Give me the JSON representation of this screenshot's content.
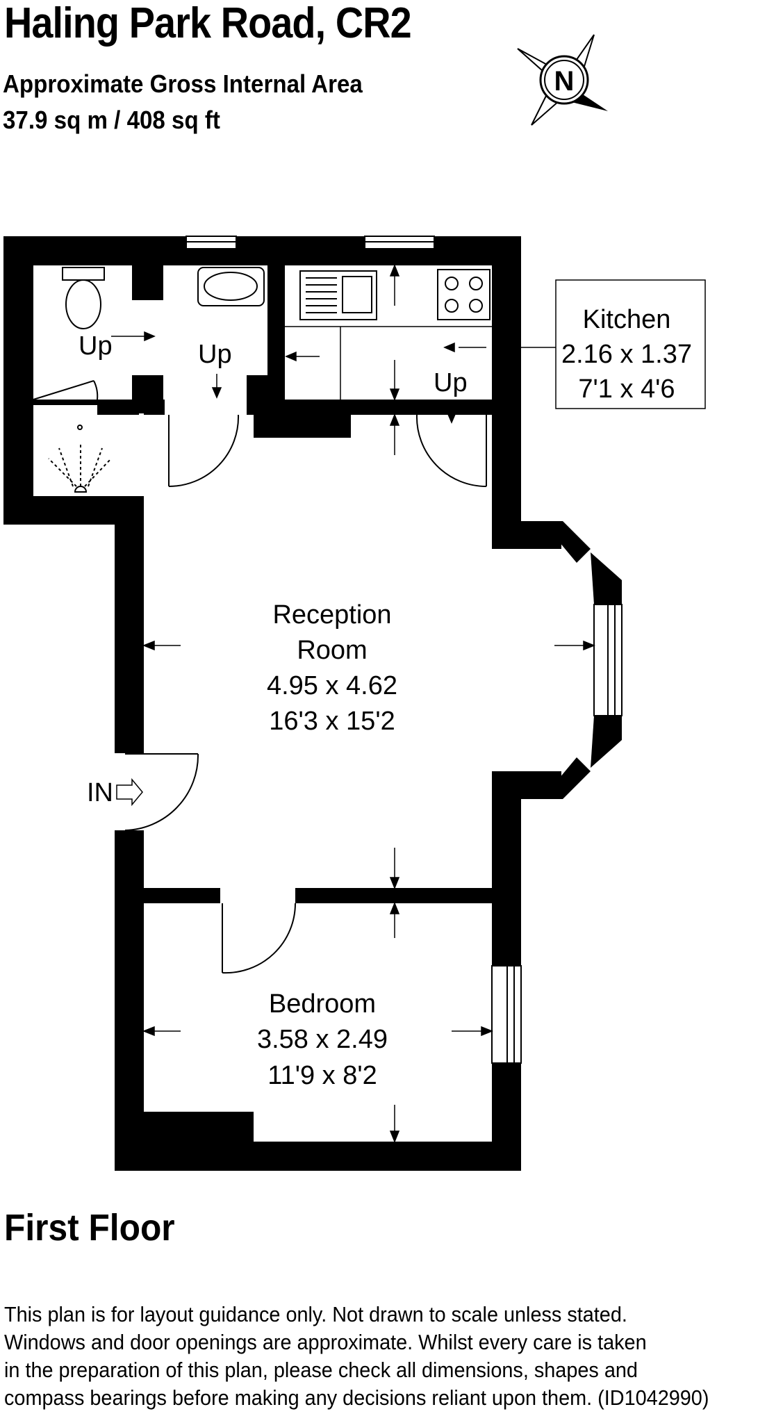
{
  "header": {
    "title": "Haling Park Road, CR2",
    "area_label": "Approximate Gross Internal Area",
    "area_value": "37.9 sq m / 408 sq ft"
  },
  "compass": {
    "label": "N"
  },
  "rooms": {
    "kitchen": {
      "name": "Kitchen",
      "metric": "2.16 x 1.37",
      "imperial": "7'1 x 4'6"
    },
    "reception": {
      "name_line1": "Reception",
      "name_line2": "Room",
      "metric": "4.95 x 4.62",
      "imperial": "16'3 x 15'2"
    },
    "bedroom": {
      "name": "Bedroom",
      "metric": "3.58 x 2.49",
      "imperial": "11'9 x 8'2"
    }
  },
  "labels": {
    "up": "Up",
    "entrance": "IN"
  },
  "floor_label": "First Floor",
  "disclaimer": [
    "This plan is for layout guidance only. Not drawn to scale unless stated.",
    "Windows and door openings are approximate. Whilst every care is taken",
    "in the preparation of this plan, please check all dimensions, shapes and",
    "compass bearings before making any decisions reliant upon them. (ID1042990)"
  ]
}
